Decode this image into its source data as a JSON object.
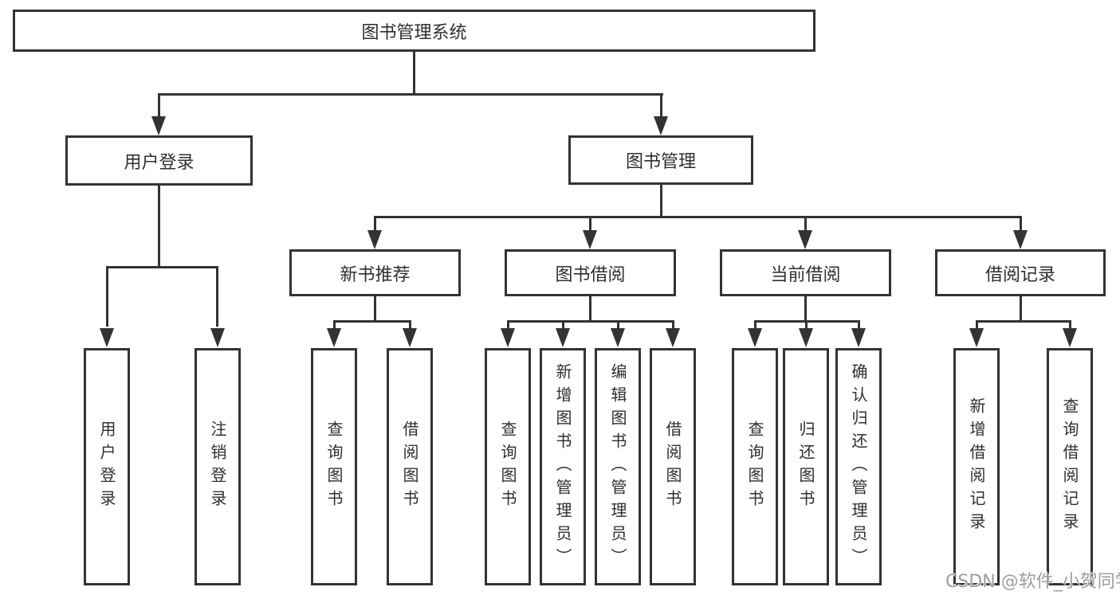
{
  "colors": {
    "line": "#333333",
    "text": "#2f2f2f",
    "watermark": "#9e9e9e",
    "background": "#ffffff"
  },
  "nodes": {
    "root": {
      "label": "图书管理系统"
    },
    "user_login": {
      "label": "用户登录",
      "children": {
        "login": {
          "label": "用户登录"
        },
        "logout": {
          "label": "注销登录"
        }
      }
    },
    "book_mgmt": {
      "label": "图书管理",
      "children": {
        "new_books": {
          "label": "新书推荐",
          "children": {
            "query": {
              "label": "查询图书"
            },
            "borrow": {
              "label": "借阅图书"
            }
          }
        },
        "borrowing": {
          "label": "图书借阅",
          "children": {
            "query": {
              "label": "查询图书"
            },
            "add": {
              "label": "新增图书（管理员）"
            },
            "edit": {
              "label": "编辑图书（管理员）"
            },
            "borrow": {
              "label": "借阅图书"
            }
          }
        },
        "current": {
          "label": "当前借阅",
          "children": {
            "query": {
              "label": "查询图书"
            },
            "return": {
              "label": "归还图书"
            },
            "confirm": {
              "label": "确认归还（管理员）"
            }
          }
        },
        "records": {
          "label": "借阅记录",
          "children": {
            "add": {
              "label": "新增借阅记录"
            },
            "query": {
              "label": "查询借阅记录"
            }
          }
        }
      }
    }
  },
  "watermark": {
    "text": "CSDN @软件_小贺同学"
  }
}
